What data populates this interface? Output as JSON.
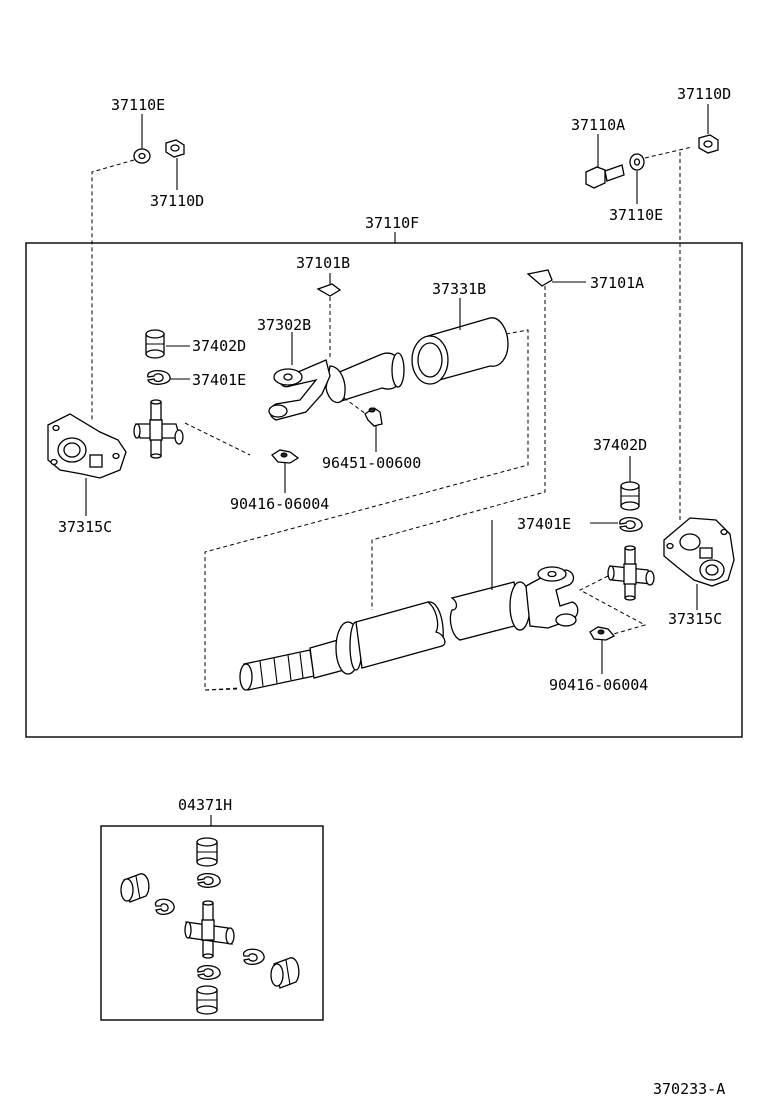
{
  "diagram": {
    "labels": {
      "p37110E_top": "37110E",
      "p37110D_left": "37110D",
      "p37110A": "37110A",
      "p37110D_right": "37110D",
      "p37110E_right": "37110E",
      "p37110F": "37110F",
      "p37101B": "37101B",
      "p37101A": "37101A",
      "p37331B": "37331B",
      "p37302B": "37302B",
      "p37402D_left": "37402D",
      "p37401E_left": "37401E",
      "p96451": "96451-00600",
      "p90416_left": "90416-06004",
      "p37315C_left": "37315C",
      "p37402D_right": "37402D",
      "p37401E_right": "37401E",
      "p37315C_right": "37315C",
      "p90416_right": "90416-06004",
      "p04371H": "04371H",
      "figure_id": "370233-A"
    }
  }
}
